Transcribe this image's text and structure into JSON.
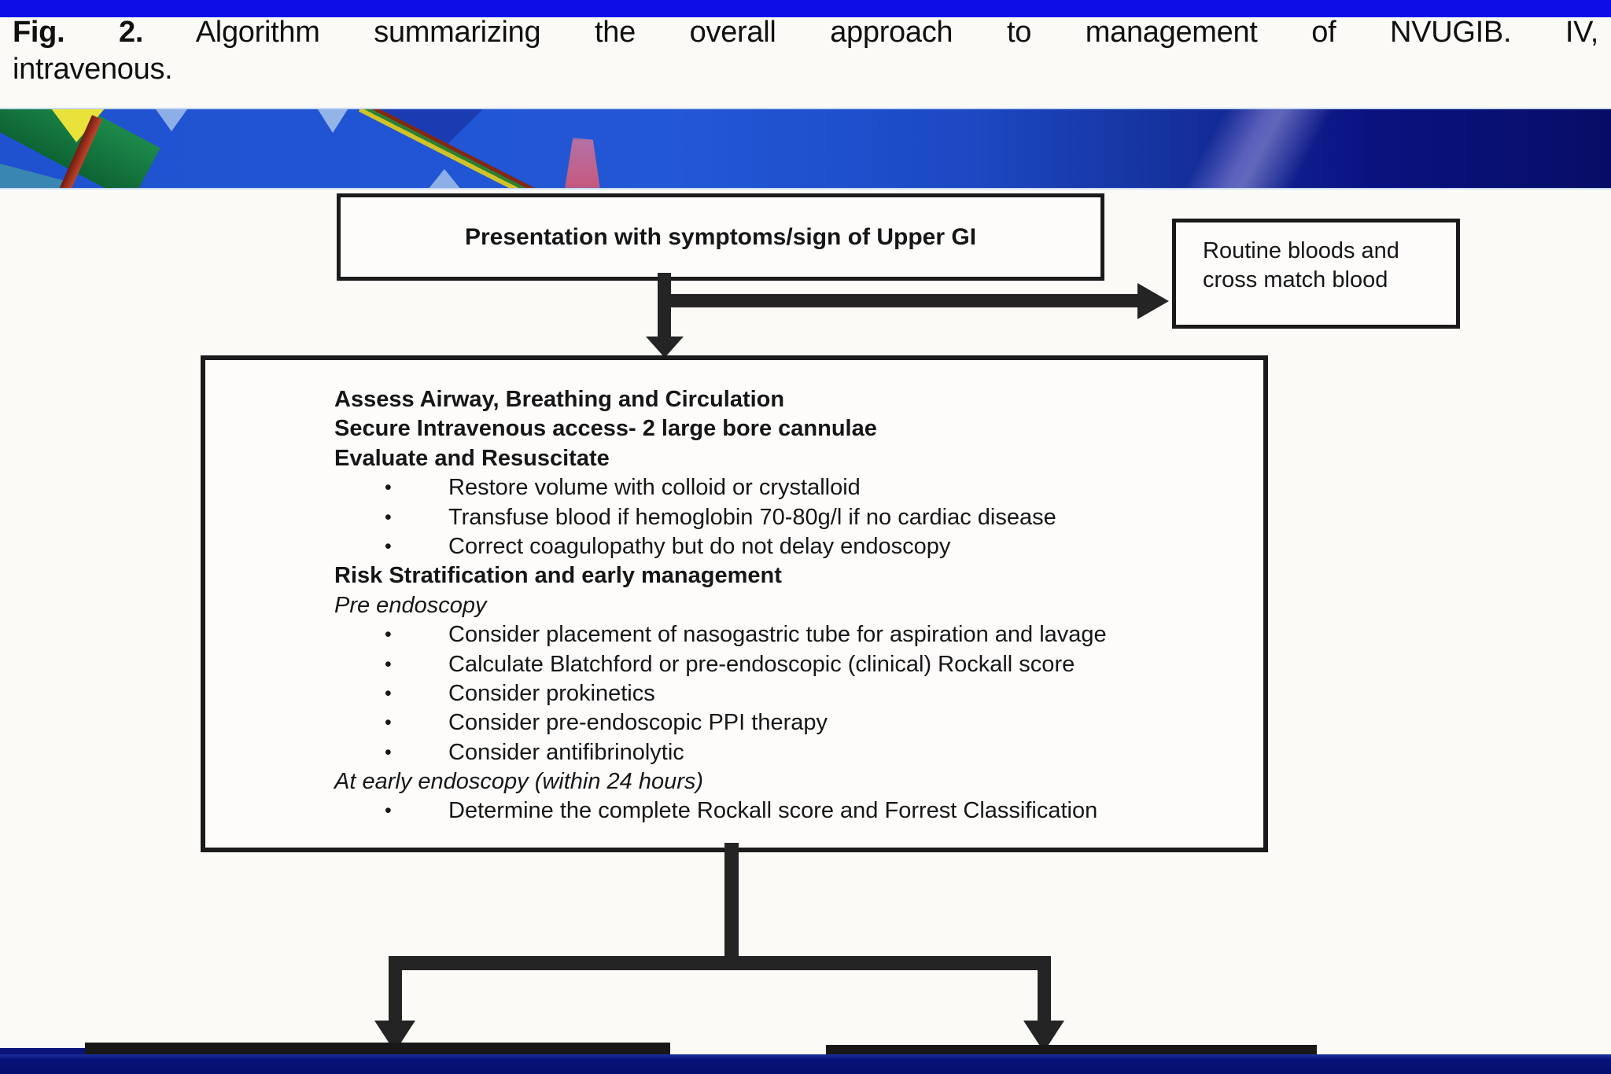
{
  "caption": {
    "fig_label": "Fig. 2.",
    "line1": "Algorithm summarizing the overall approach to management of NVUGIB. IV,",
    "line2": "intravenous."
  },
  "flowchart": {
    "bullet_char": "•",
    "presentation_box": {
      "text": "Presentation with symptoms/sign of Upper GI"
    },
    "routine_box": {
      "text": "Routine bloods and cross match blood"
    },
    "main_box": {
      "lines": [
        {
          "style": "bold",
          "text": "Assess Airway, Breathing and Circulation"
        },
        {
          "style": "bold",
          "text": "Secure Intravenous access- 2 large bore cannulae"
        },
        {
          "style": "bold",
          "text": "Evaluate and Resuscitate"
        },
        {
          "style": "bullet",
          "text": "Restore volume with colloid or crystalloid"
        },
        {
          "style": "bullet",
          "text": "Transfuse blood if hemoglobin 70-80g/l if no cardiac disease"
        },
        {
          "style": "bullet",
          "text": "Correct coagulopathy but do not delay endoscopy"
        },
        {
          "style": "bold",
          "text": "Risk Stratification and early management"
        },
        {
          "style": "italic",
          "text": "Pre endoscopy"
        },
        {
          "style": "bullet",
          "text": "Consider placement of nasogastric tube for aspiration and lavage"
        },
        {
          "style": "bullet",
          "text": "Calculate  Blatchford or pre-endoscopic (clinical) Rockall score"
        },
        {
          "style": "bullet",
          "text": "Consider prokinetics"
        },
        {
          "style": "bullet",
          "text": "Consider pre-endoscopic PPI therapy"
        },
        {
          "style": "bullet",
          "text": "Consider antifibrinolytic"
        },
        {
          "style": "italic",
          "text": "At early endoscopy (within 24 hours)"
        },
        {
          "style": "bullet",
          "text": "Determine the complete Rockall score and Forrest Classification"
        }
      ]
    }
  },
  "colors": {
    "top_bar_blue": "#0d0de8",
    "banner_blue": "#2257d6",
    "banner_dark_navy": "#070d66",
    "bottom_navy_bar": "#03106f",
    "box_border_black": "#1b1b1b",
    "arrow_black": "#242424",
    "text_black": "#161616"
  }
}
